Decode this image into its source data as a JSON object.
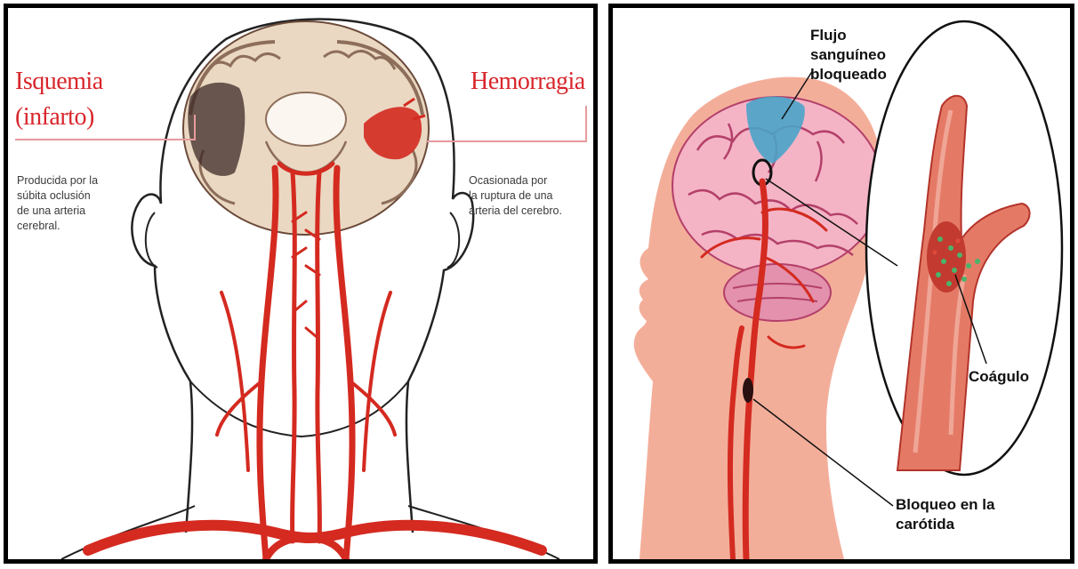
{
  "left_panel": {
    "ischemia_title": "Isquemia",
    "ischemia_subtitle": "(infarto)",
    "ischemia_desc_lines": [
      "Producida por la",
      "súbita oclusión",
      "de una arteria",
      "cerebral."
    ],
    "hemorrhage_title": "Hemorragia",
    "hemorrhage_desc_lines": [
      "Ocasionada por",
      "la ruptura de una",
      "arteria del cerebro."
    ]
  },
  "right_panel": {
    "blocked_flow_lines": [
      "Flujo",
      "sanguíneo",
      "bloqueado"
    ],
    "clot_label": "Coágulo",
    "carotid_lines": [
      "Bloqueo en la",
      "carótida"
    ]
  },
  "colors": {
    "artery_red": "#d42a20",
    "title_red": "#d8262b",
    "skin_pink": "#f2a58f",
    "brain_pink": "#f4b4c6",
    "blocked_blue": "#4aa3c8",
    "panel_border": "#000000"
  }
}
